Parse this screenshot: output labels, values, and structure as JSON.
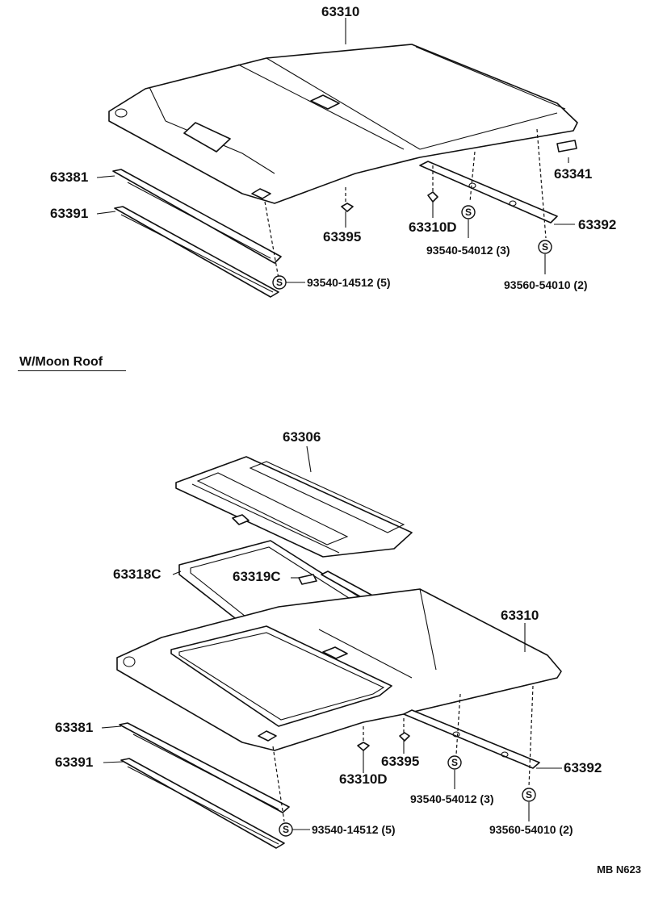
{
  "section": {
    "title": "W/Moon Roof"
  },
  "reference": "MB N623",
  "fastener_symbol": "S",
  "top_labels": {
    "headlining": "63310",
    "assist_grip": "63341",
    "front_retainer": "63381",
    "front_garnish": "63391",
    "clip_a": "63395",
    "clip_b": "63310D",
    "rear_retainer": "63392",
    "clip_side": "93540-54012 (3)",
    "clip_rear": "93560-54010 (2)",
    "clip_front": "93540-14512 (5)"
  },
  "bottom_labels": {
    "sunshade": "63306",
    "frame_seal": "63318C",
    "clip_moon": "63319C",
    "headlining": "63310",
    "front_retainer": "63381",
    "front_garnish": "63391",
    "clip_b": "63310D",
    "clip_a": "63395",
    "rear_retainer": "63392",
    "clip_side": "93540-54012 (3)",
    "clip_rear": "93560-54010 (2)",
    "clip_front": "93540-14512 (5)"
  }
}
